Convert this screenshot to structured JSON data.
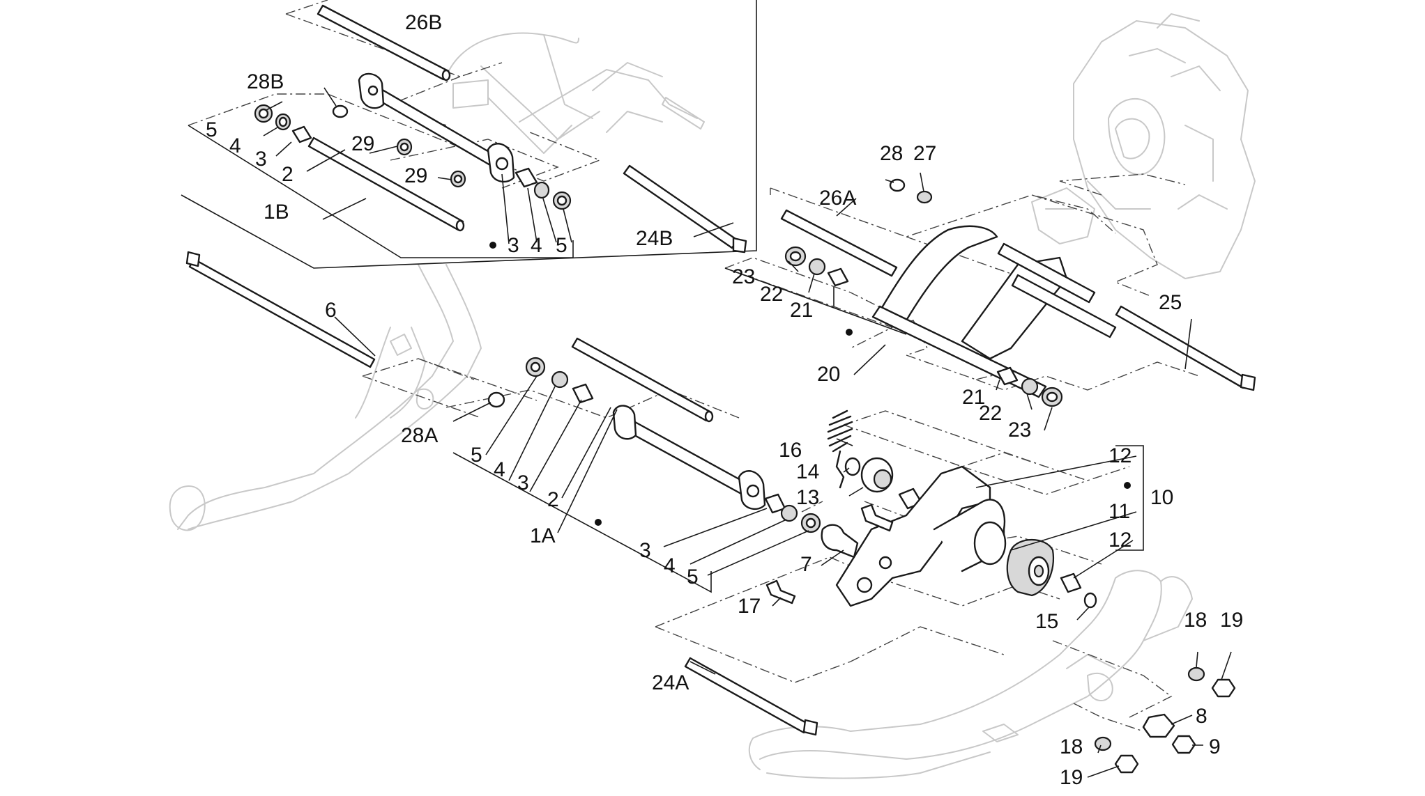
{
  "labels": {
    "l26B": "26B",
    "l28B": "28B",
    "l5a": "5",
    "l4a": "4",
    "l3a": "3",
    "l2a": "2",
    "l29a": "29",
    "l29b": "29",
    "l1B": "1B",
    "l3b": "3",
    "l4b": "4",
    "l5b": "5",
    "l24B": "24B",
    "l6": "6",
    "l28": "28",
    "l27": "27",
    "l26A": "26A",
    "l23a": "23",
    "l22a": "22",
    "l21a": "21",
    "l25": "25",
    "l20": "20",
    "l21b": "21",
    "l22b": "22",
    "l23b": "23",
    "l16": "16",
    "l12a": "12",
    "l14": "14",
    "l13": "13",
    "l10": "10",
    "l11": "11",
    "l12b": "12",
    "l28A": "28A",
    "l5c": "5",
    "l4c": "4",
    "l3c": "3",
    "l2b": "2",
    "l1A": "1A",
    "l3d": "3",
    "l4d": "4",
    "l5d": "5",
    "l7": "7",
    "l17": "17",
    "l15": "15",
    "l18a": "18",
    "l19a": "19",
    "l8": "8",
    "l9": "9",
    "l18b": "18",
    "l19b": "19",
    "l24A": "24A"
  }
}
